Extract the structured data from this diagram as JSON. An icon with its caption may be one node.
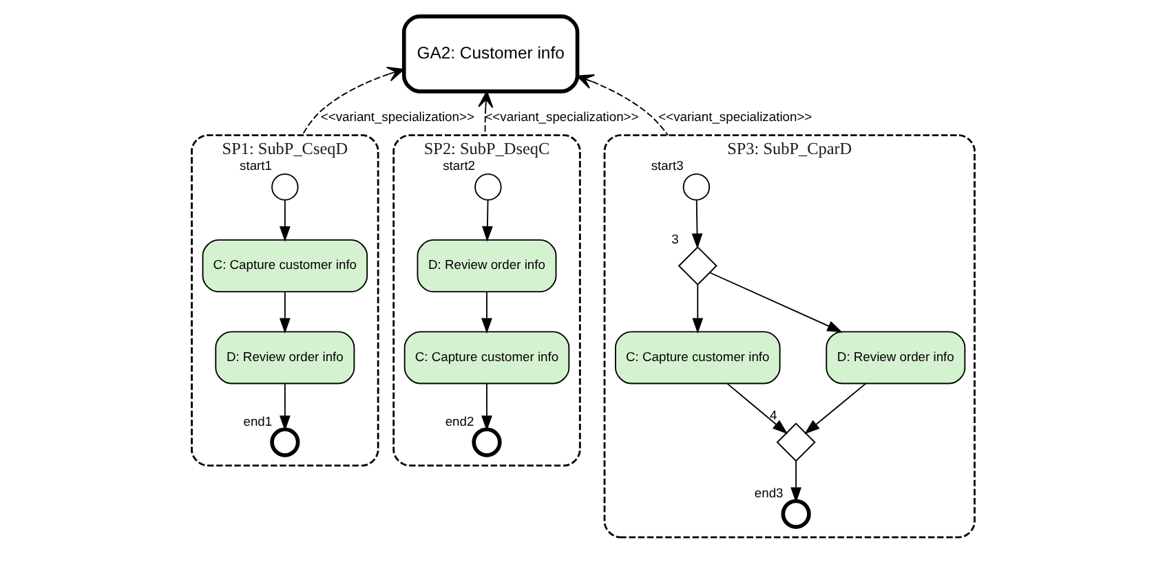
{
  "diagram": {
    "nodes": [
      {
        "text": [
          "GA2: Customer info"
        ]
      },
      {
        "text": [
          "SP1: SubP_CseqD"
        ]
      },
      {
        "text": [],
        "shape": "circle",
        "beside": [
          "start1"
        ],
        "in": 1
      },
      {
        "text": [
          "C: Capture customer info"
        ],
        "in": 1
      },
      {
        "text": [
          "D: Review order info"
        ],
        "in": 1
      },
      {
        "text": [],
        "shape": "circle",
        "beside": [
          "end1"
        ],
        "in": 1
      },
      {
        "text": [
          "SP2: SubP_DseqC"
        ]
      },
      {
        "text": [],
        "shape": "circle",
        "beside": [
          "start2"
        ],
        "in": 6
      },
      {
        "text": [
          "D: Review order info"
        ],
        "in": 6
      },
      {
        "text": [
          "C: Capture customer info"
        ],
        "in": 6
      },
      {
        "text": [],
        "shape": "circle",
        "beside": [
          "end2"
        ],
        "in": 6
      },
      {
        "text": [
          "SP3: SubP_CparD"
        ]
      },
      {
        "text": [],
        "shape": "circle",
        "beside": [
          "start3"
        ],
        "in": 11
      },
      {
        "text": [],
        "shape": "diamond",
        "beside": [
          "3"
        ],
        "in": 11
      },
      {
        "text": [
          "C: Capture customer info"
        ],
        "in": 11
      },
      {
        "text": [
          "D: Review order info"
        ],
        "in": 11
      },
      {
        "text": [],
        "shape": "diamond",
        "beside": [
          "4"
        ],
        "in": 11
      },
      {
        "text": [],
        "shape": "circle",
        "beside": [
          "end3"
        ],
        "in": 11
      }
    ],
    "edges": [
      {
        "from": 1,
        "to": 0,
        "arrow": "to",
        "style": "dashed",
        "label": "<<variant_specialization>>"
      },
      {
        "from": 6,
        "to": 0,
        "arrow": "to",
        "style": "dashed",
        "label": "<<variant_specialization>>"
      },
      {
        "from": 11,
        "to": 0,
        "arrow": "to",
        "style": "dashed",
        "label": "<<variant_specialization>>"
      },
      {
        "from": 2,
        "to": 3,
        "arrow": "to"
      },
      {
        "from": 3,
        "to": 4,
        "arrow": "to"
      },
      {
        "from": 4,
        "to": 5,
        "arrow": "to"
      },
      {
        "from": 7,
        "to": 8,
        "arrow": "to"
      },
      {
        "from": 8,
        "to": 9,
        "arrow": "to"
      },
      {
        "from": 9,
        "to": 10,
        "arrow": "to"
      },
      {
        "from": 12,
        "to": 13,
        "arrow": "to"
      },
      {
        "from": 13,
        "to": 14,
        "arrow": "to"
      },
      {
        "from": 13,
        "to": 15,
        "arrow": "to"
      },
      {
        "from": 14,
        "to": 16,
        "arrow": "to"
      },
      {
        "from": 15,
        "to": 16,
        "arrow": "to"
      },
      {
        "from": 16,
        "to": 17,
        "arrow": "to"
      }
    ]
  }
}
